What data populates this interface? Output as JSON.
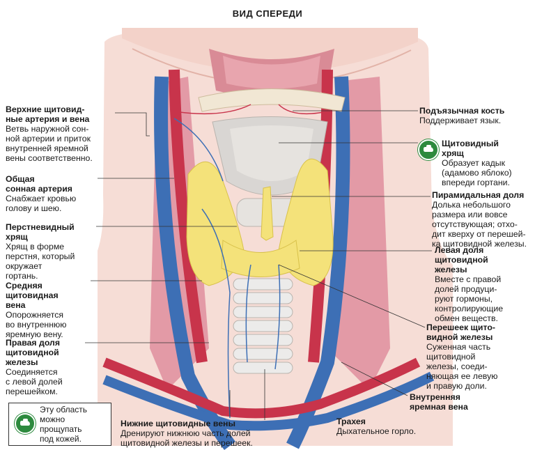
{
  "title": "ВИД СПЕРЕДИ",
  "labels": {
    "sup_thyroid": {
      "head": [
        "Верхние щитовид-",
        "ные артерия и вена"
      ],
      "body": [
        "Ветвь наружной сон-",
        "ной артерии и приток",
        "внутренней яремной",
        "вены соответственно."
      ]
    },
    "carotid": {
      "head": [
        "Общая",
        "сонная артерия"
      ],
      "body": [
        "Снабжает кровью",
        "голову и шею."
      ]
    },
    "cricoid": {
      "head": [
        "Перстневидный",
        "хрящ"
      ],
      "body": [
        "Хрящ в форме",
        "перстня, который",
        "окружает",
        "гортань."
      ]
    },
    "middle_vein": {
      "head": [
        "Средняя",
        "щитовидная",
        "вена"
      ],
      "body": [
        "Опорожняется",
        "во внутреннюю",
        "яремную вену."
      ]
    },
    "right_lobe": {
      "head": [
        "Правая доля",
        "щитовидной",
        "железы"
      ],
      "body": [
        "Соединяется",
        "с левой долей",
        "перешейком."
      ]
    },
    "hyoid": {
      "head": [
        "Подъязычная кость"
      ],
      "body": [
        "Поддерживает язык."
      ]
    },
    "thyroid_cart": {
      "head": [
        "Щитовидный",
        "хрящ"
      ],
      "body": [
        "Образует кадык",
        "(адамово яблоко)",
        "впереди гортани."
      ]
    },
    "pyramidal": {
      "head": [
        "Пирамидальная доля"
      ],
      "body": [
        "Долька небольшого",
        "размера или вовсе",
        "отсутствующая; отхо-",
        "дит кверху от перешей-",
        "ка щитовидной железы."
      ]
    },
    "left_lobe": {
      "head": [
        "Левая доля",
        "щитовидной",
        "железы"
      ],
      "body": [
        "Вместе с правой",
        "долей продуци-",
        "руют гормоны,",
        "контролирующие",
        "обмен веществ."
      ]
    },
    "isthmus": {
      "head": [
        "Перешеек щито-",
        "видной железы"
      ],
      "body": [
        "Суженная часть",
        "щитовидной",
        "железы, соеди-",
        "няющая ее левую",
        "и правую доли."
      ]
    },
    "jugular": {
      "head": [
        "Внутренняя",
        "яремная вена"
      ],
      "body": []
    },
    "inf_veins": {
      "head": [
        "Нижние щитовидные вены"
      ],
      "body": [
        "Дренируют нижнюю часть долей",
        "щитовидной железы и перешеек."
      ]
    },
    "trachea": {
      "head": [
        "Трахея"
      ],
      "body": [
        "Дыхательное горло."
      ]
    }
  },
  "note": [
    "Эту область",
    "можно",
    "прощупать",
    "под кожей."
  ],
  "colors": {
    "vein": "#3d6fb5",
    "artery": "#c8344b",
    "thyroid": "#f4e27a",
    "cartilage": "#d9d6d3",
    "muscle": "#e39aa6",
    "accent": "#2d8a3e"
  },
  "icons": [
    "hand-touch-icon"
  ]
}
